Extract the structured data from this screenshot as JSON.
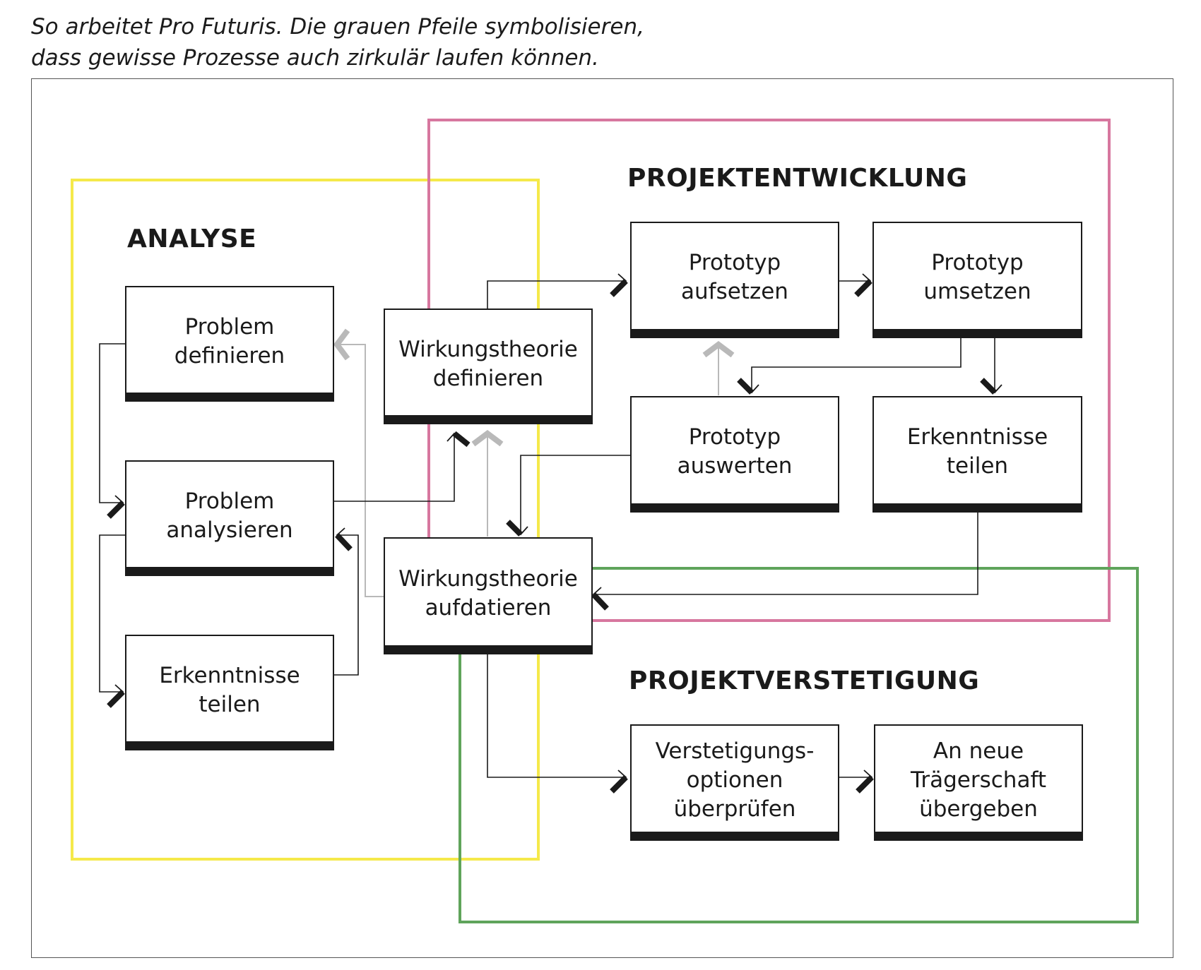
{
  "caption": {
    "line1": "So arbeitet Pro Futuris. Die grauen Pfeile symbolisieren,",
    "line2": "dass gewisse Prozesse auch zirkulär laufen können."
  },
  "colors": {
    "analyse": "#f5e94a",
    "projektentwicklung": "#d7779f",
    "projektverstetigung": "#5fa45b",
    "black_arrow": "#1a1a1a",
    "grey_arrow": "#b9b9b9"
  },
  "groups": {
    "analyse": {
      "title": "ANALYSE"
    },
    "projektentwicklung": {
      "title": "PROJEKTENTWICKLUNG"
    },
    "projektverstetigung": {
      "title": "PROJEKTVERSTETIGUNG"
    }
  },
  "boxes": {
    "problem_definieren": "Problem\ndefinieren",
    "problem_analysieren": "Problem\nanalysieren",
    "erkenntnisse_teilen_analyse": "Erkenntnisse\nteilen",
    "wirkungstheorie_definieren": "Wirkungstheorie\ndefinieren",
    "wirkungstheorie_aufdatieren": "Wirkungstheorie\naufdatieren",
    "prototyp_aufsetzen": "Prototyp\naufsetzen",
    "prototyp_umsetzen": "Prototyp\numsetzen",
    "prototyp_auswerten": "Prototyp\nauswerten",
    "erkenntnisse_teilen_entwicklung": "Erkenntnisse\nteilen",
    "verstetigungsoptionen": "Verstetigungs-\noptionen\nüberprüfen",
    "neue_traegerschaft": "An neue\nTrägerschaft\nübergeben"
  }
}
